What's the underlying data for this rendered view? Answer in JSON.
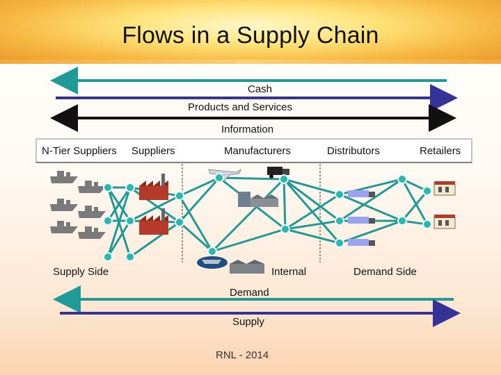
{
  "slide": {
    "title": "Flows in a Supply Chain",
    "footer": "RNL - 2014"
  },
  "flows_top": {
    "cash": "Cash",
    "products": "Products   and  Services",
    "information": "Information"
  },
  "tiers": {
    "n_tier": "N-Tier Suppliers",
    "suppliers": "Suppliers",
    "manufacturers": "Manufacturers",
    "distributors": "Distributors",
    "retailers": "Retailers"
  },
  "sides": {
    "supply": "Supply Side",
    "internal": "Internal",
    "demand": "Demand Side"
  },
  "flows_bottom": {
    "demand": "Demand",
    "supply": "Supply"
  },
  "colors": {
    "teal": "#1f9a96",
    "navy": "#333399",
    "node_fill": "#2bb6b0",
    "node_stroke": "#e8fbfa",
    "black": "#111111"
  },
  "icons": {
    "n_tier": "ship-icon",
    "suppliers": "factory-icon",
    "manufacturers": "plane-truck-warehouse-icon",
    "distributors": "truck-icon",
    "retailers": "store-icon"
  }
}
